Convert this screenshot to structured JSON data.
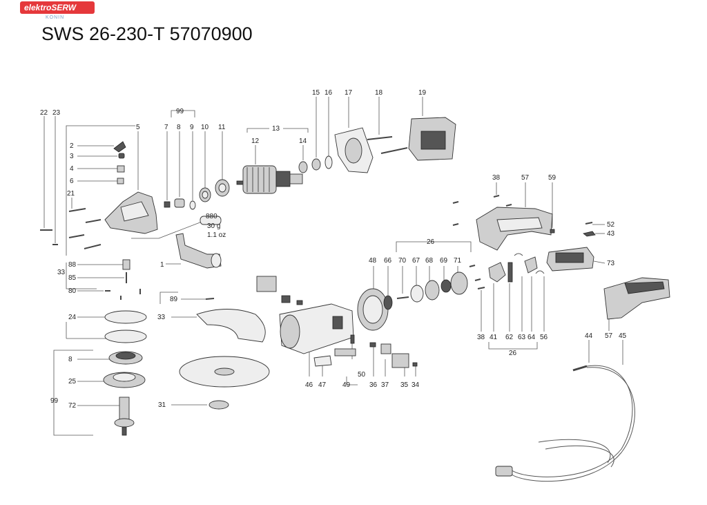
{
  "logo": {
    "brand": "elektroSERW",
    "city": "KONIN"
  },
  "title": "SWS 26-230-T 57070900",
  "note": {
    "code": "880",
    "weight_g": "30 g",
    "weight_oz": "1.1 oz"
  },
  "labels": {
    "l1": "1",
    "l2": "2",
    "l3": "3",
    "l4": "4",
    "l5": "5",
    "l6": "6",
    "l7": "7",
    "l8a": "8",
    "l9": "9",
    "l10": "10",
    "l11": "11",
    "l12": "12",
    "l13": "13",
    "l14": "14",
    "l15": "15",
    "l16": "16",
    "l17": "17",
    "l18": "18",
    "l19": "19",
    "l21": "21",
    "l22": "22",
    "l23": "23",
    "l24": "24",
    "l25": "25",
    "l26a": "26",
    "l26b": "26",
    "l31": "31",
    "l33a": "33",
    "l33b": "33",
    "l34": "34",
    "l35": "35",
    "l36": "36",
    "l37": "37",
    "l38a": "38",
    "l38b": "38",
    "l41": "41",
    "l43": "43",
    "l44": "44",
    "l45": "45",
    "l46": "46",
    "l47": "47",
    "l48": "48",
    "l49": "49",
    "l50": "50",
    "l52": "52",
    "l56": "56",
    "l57a": "57",
    "l57b": "57",
    "l59": "59",
    "l62": "62",
    "l63": "63",
    "l64": "64",
    "l66": "66",
    "l67": "67",
    "l68": "68",
    "l69": "69",
    "l70": "70",
    "l71": "71",
    "l72": "72",
    "l73": "73",
    "l80": "80",
    "l85": "85",
    "l88": "88",
    "l89": "89",
    "l8b": "8",
    "l99a": "99",
    "l99b": "99"
  }
}
